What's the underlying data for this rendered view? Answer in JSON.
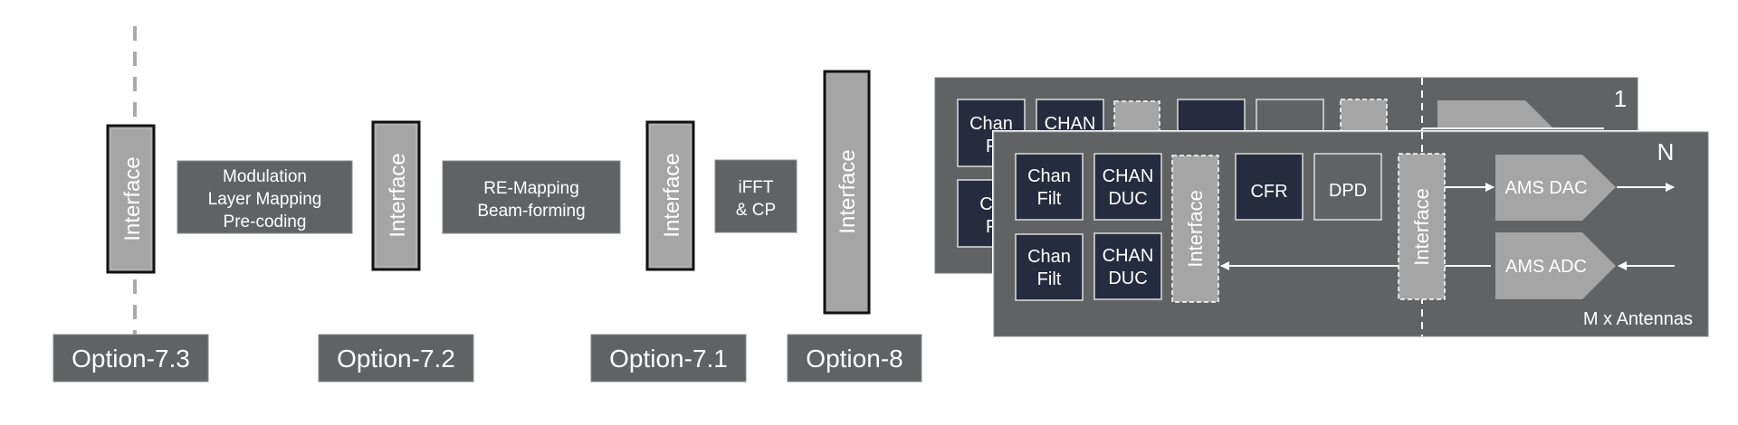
{
  "colors": {
    "panel": "#616264",
    "dark_box": "#262b3f",
    "interface_fill": "#a5a5a5",
    "dashed_line": "#aaaaaa",
    "white": "#ffffff",
    "border_black": "#111111"
  },
  "split_options": [
    {
      "label": "Option-7.3"
    },
    {
      "label": "Option-7.2"
    },
    {
      "label": "Option-7.1"
    },
    {
      "label": "Option-8"
    }
  ],
  "interfaces": {
    "label": "Interface"
  },
  "processing_blocks": [
    {
      "lines": [
        "Modulation",
        "Layer Mapping",
        "Pre-coding"
      ]
    },
    {
      "lines": [
        "RE-Mapping",
        "Beam-forming"
      ]
    },
    {
      "lines": [
        "iFFT",
        "& CP"
      ]
    }
  ],
  "radio_panel": {
    "back_index": "1",
    "front_index": "N",
    "antennas_label": "M x Antennas",
    "chan_filt": [
      "Chan",
      "Filt"
    ],
    "chan_duc": [
      "CHAN",
      "DUC"
    ],
    "cfr": "CFR",
    "dpd": "DPD",
    "interface": "Interface",
    "dac": "AMS DAC",
    "adc": "AMS ADC",
    "back_chan_filt_partial": [
      "Chan",
      "F"
    ],
    "back_chan_filt_partial_2": [
      "Ch",
      "F"
    ],
    "back_chan_partial": "CHAN"
  }
}
